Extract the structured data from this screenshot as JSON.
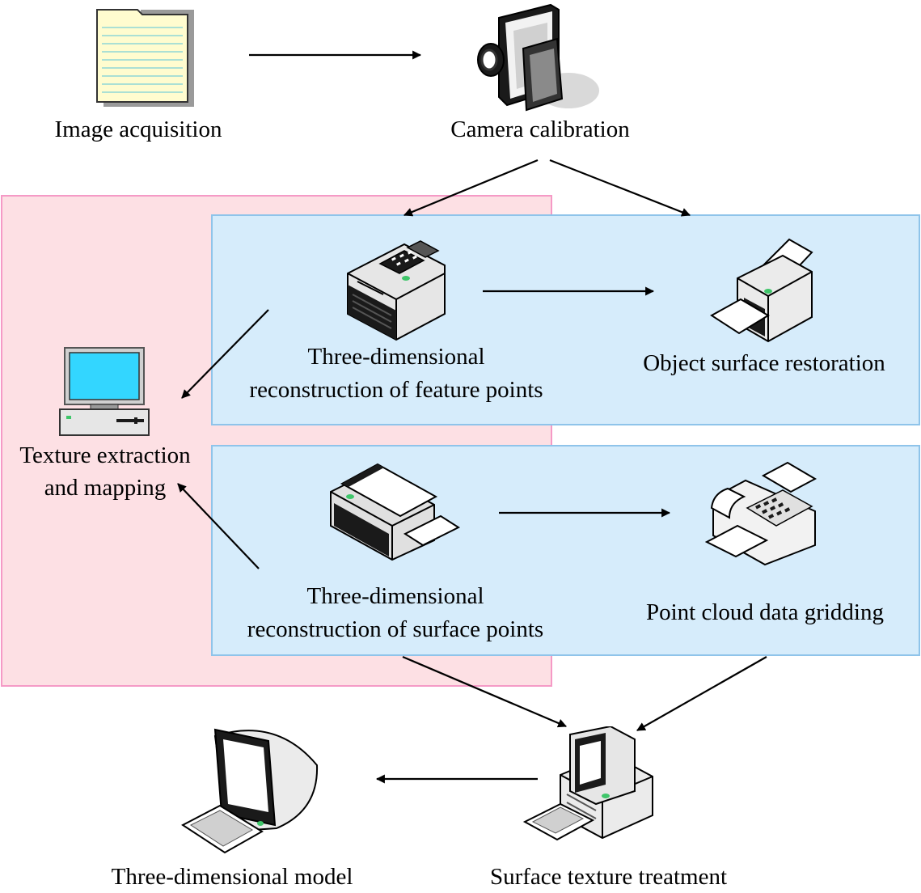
{
  "nodes": {
    "image_acquisition": {
      "label": "Image acquisition",
      "icon": "document-icon"
    },
    "camera_calibration": {
      "label": "Camera calibration",
      "icon": "camcorder-icon"
    },
    "feature_points": {
      "label_line1": "Three-dimensional",
      "label_line2": "reconstruction of feature points",
      "icon": "laser-printer-icon"
    },
    "surface_restoration": {
      "label": "Object surface restoration",
      "icon": "inkjet-printer-icon"
    },
    "texture_extraction": {
      "label_line1": "Texture extraction",
      "label_line2": "and mapping",
      "icon": "desktop-computer-icon"
    },
    "surface_points": {
      "label_line1": "Three-dimensional",
      "label_line2": "reconstruction of surface points",
      "icon": "scanner-icon"
    },
    "point_cloud": {
      "label": "Point cloud data gridding",
      "icon": "fax-machine-icon"
    },
    "surface_texture": {
      "label": "Surface texture treatment",
      "icon": "tower-computer-icon"
    },
    "model": {
      "label": "Three-dimensional model",
      "icon": "imac-computer-icon"
    }
  },
  "colors": {
    "pink_fill": "#fde0e4",
    "pink_border": "#f59ac6",
    "blue_fill": "#d6ecfb",
    "blue_border": "#8fc4ea",
    "screen": "#33d6ff",
    "paper": "#fffccf"
  },
  "edges": [
    {
      "from": "image_acquisition",
      "to": "camera_calibration"
    },
    {
      "from": "camera_calibration",
      "to": "feature_points"
    },
    {
      "from": "camera_calibration",
      "to": "surface_restoration"
    },
    {
      "from": "feature_points",
      "to": "surface_restoration"
    },
    {
      "from": "feature_points",
      "to": "texture_extraction"
    },
    {
      "from": "surface_points",
      "to": "texture_extraction"
    },
    {
      "from": "surface_points",
      "to": "point_cloud"
    },
    {
      "from": "surface_points",
      "to": "surface_texture"
    },
    {
      "from": "point_cloud",
      "to": "surface_texture"
    },
    {
      "from": "surface_texture",
      "to": "model"
    }
  ]
}
